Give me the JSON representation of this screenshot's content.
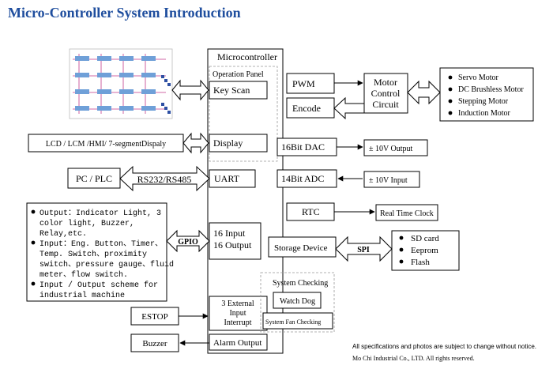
{
  "title": "Micro-Controller System Introduction",
  "mcu": {
    "title": "Microcontroller",
    "operation_panel": "Operation Panel",
    "key_scan": "Key Scan",
    "display": "Display",
    "uart": "UART",
    "gpio_line1": "16 Input",
    "gpio_line2": "16 Output",
    "ext_int_line1": "3 External",
    "ext_int_line2": "Input",
    "ext_int_line3": "Interrupt",
    "alarm_output": "Alarm Output"
  },
  "left": {
    "lcd": "LCD / LCM /HMI/ 7-segmentDispaly",
    "pc_plc": "PC / PLC",
    "rs232": "RS232/RS485",
    "gpio_label": "GPIO",
    "io_list": [
      [
        "Output：Indicator Light, 3",
        "color light, Buzzer,",
        "Relay,etc."
      ],
      [
        "Input：Eng. Button、Timer、",
        "Temp. Switch、proximity",
        "switch、pressure gauge、fluid",
        "meter、flow switch."
      ],
      [
        "Input / Output scheme for",
        "industrial machine"
      ]
    ],
    "estop": "ESTOP",
    "buzzer": "Buzzer"
  },
  "right": {
    "pwm": "PWM",
    "encode": "Encode",
    "motor_control_line1": "Motor",
    "motor_control_line2": "Control",
    "motor_control_line3": "Circuit",
    "motors": [
      "Servo Motor",
      "DC Brushless Motor",
      "Stepping Motor",
      "Induction Motor"
    ],
    "dac": "16Bit DAC",
    "dac_output": "± 10V Output",
    "adc": "14Bit ADC",
    "adc_input": "± 10V Input",
    "rtc": "RTC",
    "rtc_out": "Real Time Clock",
    "storage": "Storage Device",
    "spi": "SPI",
    "storage_items": [
      "SD card",
      "Eeprom",
      "Flash"
    ],
    "system_checking": "System Checking",
    "watch_dog": "Watch Dog",
    "fan_checking": "System Fan Checking"
  },
  "footer": {
    "line1": "All specifications and photos are subject to change without notice.",
    "line2": "Mo Chi Industrial Co., LTD.   All rights reserved."
  },
  "colors": {
    "title": "#1F4E9E",
    "keypad_grid": "#C0398A",
    "keypad_key": "#6FA0D8"
  }
}
